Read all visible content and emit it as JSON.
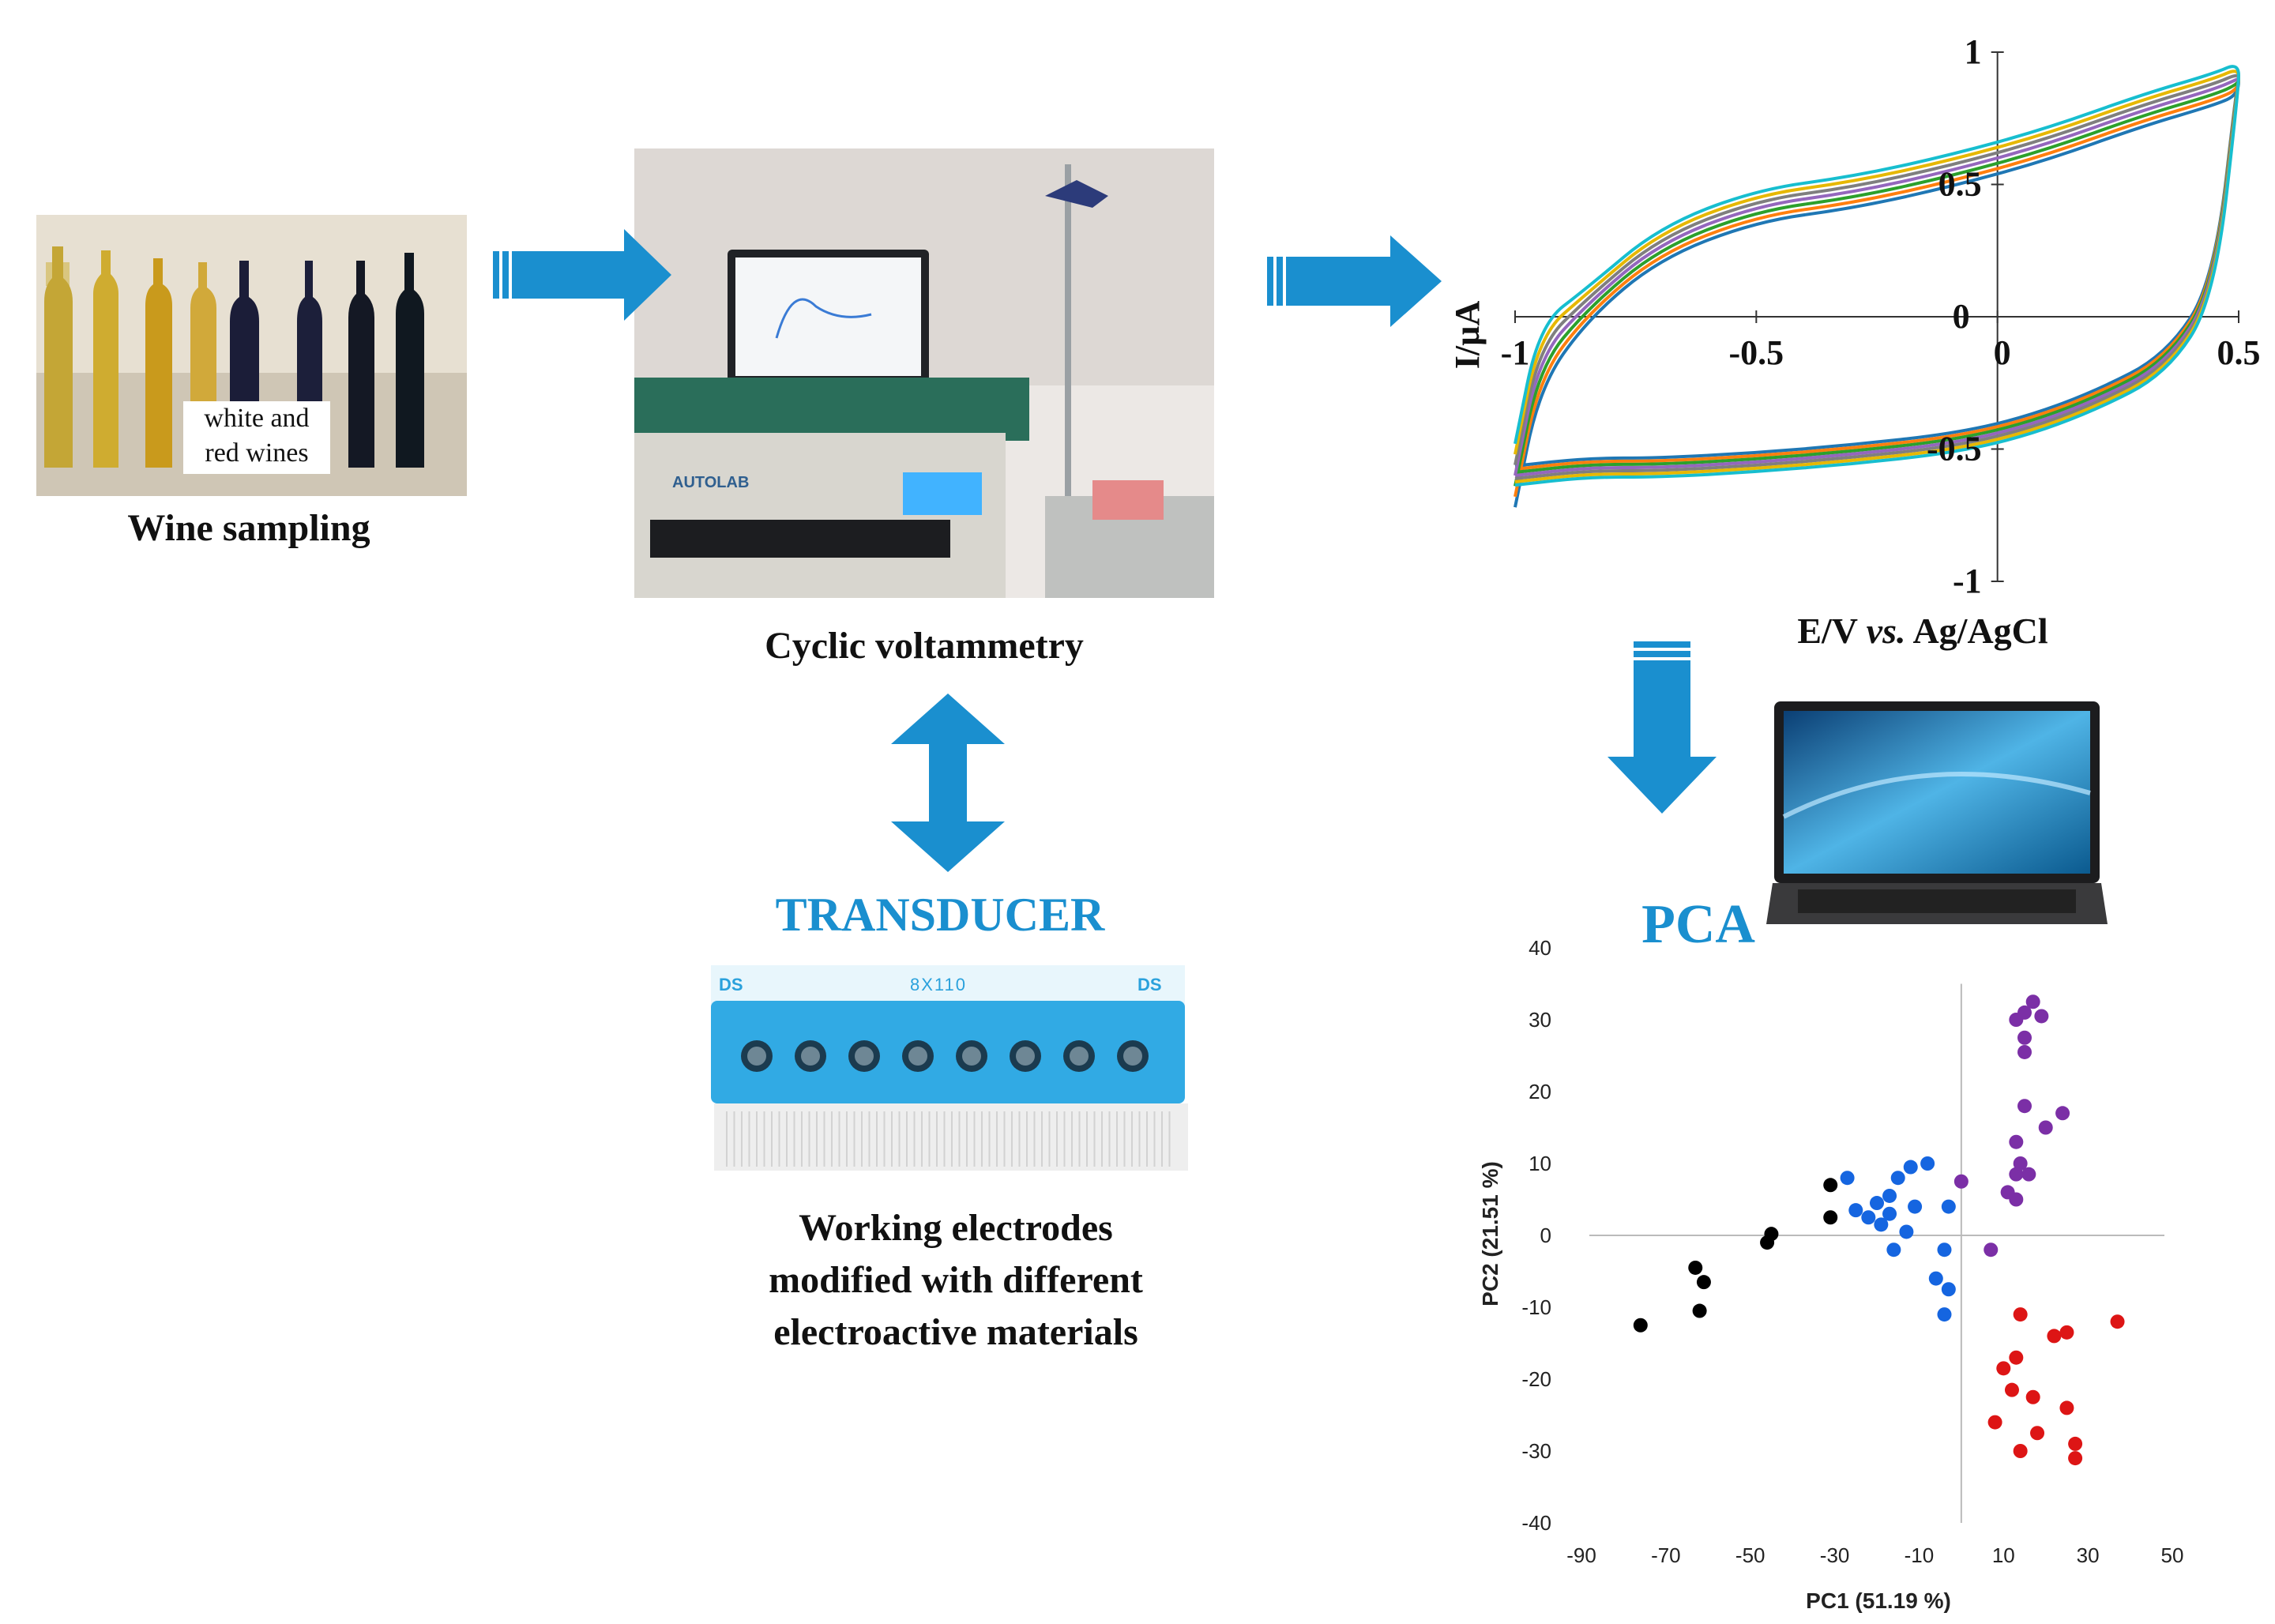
{
  "steps": {
    "wine_sampling": {
      "caption": "Wine sampling",
      "label_line1": "white and",
      "label_line2": "red wines"
    },
    "voltammetry": {
      "caption": "Cyclic voltammetry",
      "device_brand": "AUTOLAB"
    },
    "transducer": {
      "title": "TRANSDUCER",
      "chip_model": "8X110",
      "chip_brand": "DS",
      "caption_line1": "Working electrodes",
      "caption_line2": "modified with different",
      "caption_line3": "electroactive materials"
    },
    "pca": {
      "title": "PCA"
    }
  },
  "colors": {
    "arrow": "#1a8fcf",
    "title_blue": "#1a8fcf"
  },
  "chart_data": [
    {
      "type": "line",
      "title": "",
      "xlabel": "E/V vs. Ag/AgCl",
      "xlabel_parts": [
        "E/V ",
        "vs.",
        " Ag/AgCl"
      ],
      "ylabel": "I/µA",
      "xlim": [
        -1,
        0.5
      ],
      "ylim": [
        -1,
        1
      ],
      "x_ticks": [
        -1,
        -0.5,
        0,
        0.5
      ],
      "x_tick_labels": [
        "-1",
        "-0.5",
        "0",
        "0.5"
      ],
      "y_ticks": [
        1,
        0.5,
        0,
        -0.5,
        -1
      ],
      "y_tick_labels": [
        "1",
        "0.5",
        "0",
        "-0.5",
        "-1"
      ],
      "series_colors": [
        "#1f77b4",
        "#ff7f0e",
        "#2ca02c",
        "#9467bd",
        "#7f7f7f",
        "#e6b800",
        "#17becf"
      ],
      "forward_sweep": {
        "x": [
          -1.0,
          -0.95,
          -0.85,
          -0.7,
          -0.5,
          -0.3,
          -0.1,
          0.1,
          0.3,
          0.45,
          0.5
        ],
        "y": [
          -0.6,
          -0.15,
          0.05,
          0.28,
          0.42,
          0.47,
          0.55,
          0.65,
          0.78,
          0.86,
          0.9
        ]
      },
      "reverse_sweep": {
        "x": [
          0.5,
          0.45,
          0.35,
          0.2,
          0.05,
          -0.1,
          -0.3,
          -0.5,
          -0.7,
          -0.85,
          -1.0
        ],
        "y": [
          0.9,
          0.1,
          -0.18,
          -0.32,
          -0.42,
          -0.48,
          -0.52,
          -0.55,
          -0.57,
          -0.57,
          -0.6
        ]
      }
    },
    {
      "type": "scatter",
      "title": "",
      "xlabel": "PC1 (51.19 %)",
      "ylabel": "PC2 (21.51 %)",
      "xlim": [
        -90,
        50
      ],
      "ylim": [
        -40,
        40
      ],
      "x_ticks": [
        -90,
        -70,
        -50,
        -30,
        -10,
        10,
        30,
        50
      ],
      "y_ticks": [
        40,
        30,
        20,
        10,
        0,
        -10,
        -20,
        -30,
        -40
      ],
      "grid": false,
      "series": [
        {
          "color": "#000000",
          "points": [
            [
              -76,
              -12.5
            ],
            [
              -63,
              -4.5
            ],
            [
              -61,
              -6.5
            ],
            [
              -62,
              -10.5
            ],
            [
              -46,
              -1
            ],
            [
              -45,
              0.2
            ],
            [
              -31,
              7
            ],
            [
              -31,
              2.5
            ]
          ]
        },
        {
          "color": "#1565e0",
          "points": [
            [
              -27,
              8
            ],
            [
              -25,
              3.5
            ],
            [
              -22,
              2.5
            ],
            [
              -20,
              4.5
            ],
            [
              -19,
              1.5
            ],
            [
              -17,
              3
            ],
            [
              -17,
              5.5
            ],
            [
              -15,
              8
            ],
            [
              -16,
              -2
            ],
            [
              -13,
              0.5
            ],
            [
              -12,
              9.5
            ],
            [
              -8,
              10
            ],
            [
              -11,
              4
            ],
            [
              -3,
              4
            ],
            [
              -4,
              -2
            ],
            [
              -6,
              -6
            ],
            [
              -3,
              -7.5
            ],
            [
              -4,
              -11
            ]
          ]
        },
        {
          "color": "#7b2fa6",
          "points": [
            [
              15,
              31
            ],
            [
              17,
              32.5
            ],
            [
              19,
              30.5
            ],
            [
              13,
              30
            ],
            [
              15,
              27.5
            ],
            [
              15,
              25.5
            ],
            [
              15,
              18
            ],
            [
              13,
              13
            ],
            [
              14,
              10
            ],
            [
              16,
              8.5
            ],
            [
              13,
              8.5
            ],
            [
              11,
              6
            ],
            [
              13,
              5
            ],
            [
              24,
              17
            ],
            [
              20,
              15
            ],
            [
              0,
              7.5
            ],
            [
              7,
              -2
            ]
          ]
        },
        {
          "color": "#dd1515",
          "points": [
            [
              37,
              -12
            ],
            [
              25,
              -13.5
            ],
            [
              22,
              -14
            ],
            [
              14,
              -11
            ],
            [
              13,
              -17
            ],
            [
              10,
              -18.5
            ],
            [
              12,
              -21.5
            ],
            [
              17,
              -22.5
            ],
            [
              8,
              -26
            ],
            [
              18,
              -27.5
            ],
            [
              14,
              -30
            ],
            [
              25,
              -24
            ],
            [
              27,
              -29
            ],
            [
              27,
              -31
            ]
          ]
        }
      ]
    }
  ]
}
